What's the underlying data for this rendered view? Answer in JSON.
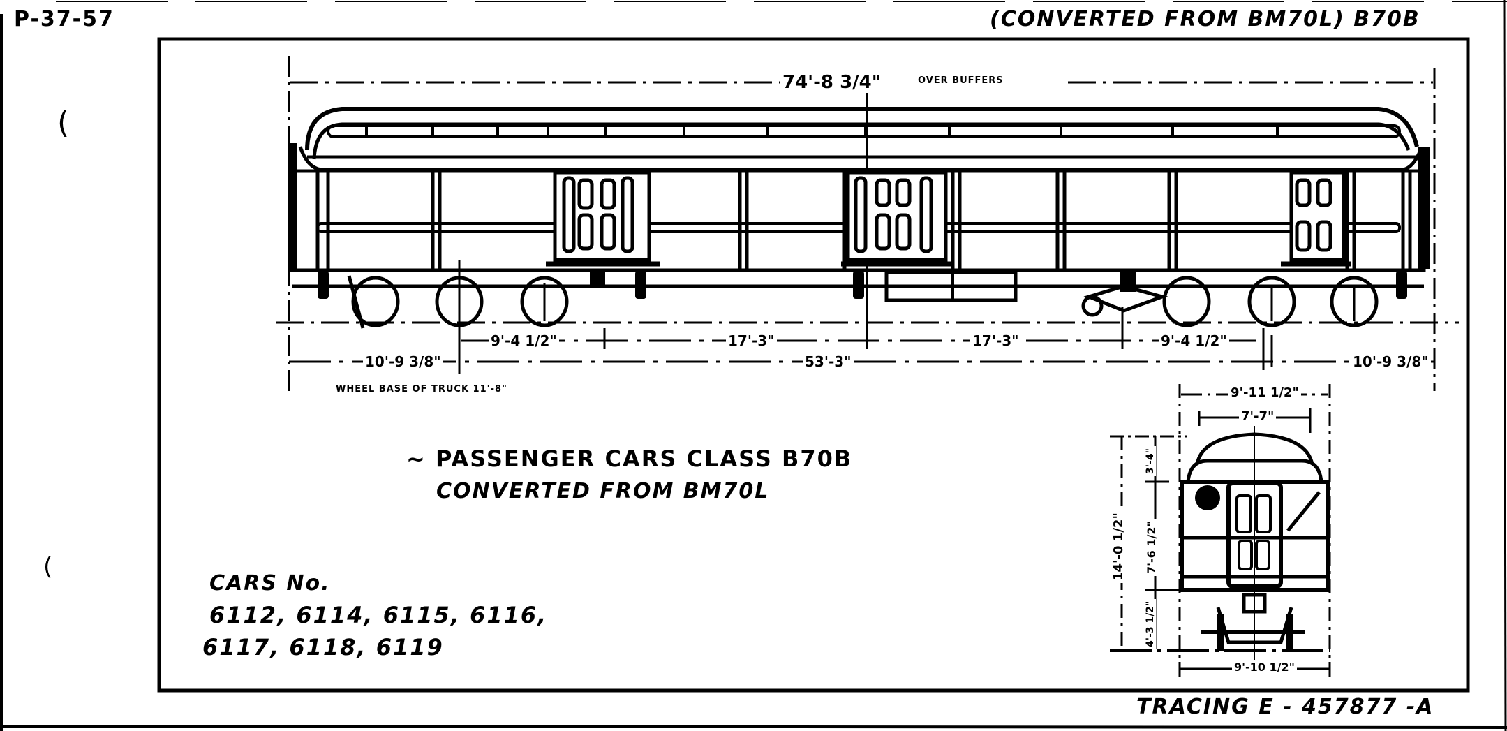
{
  "sheet": {
    "file_ref": "P-37-57",
    "header_title": "(CONVERTED FROM BM70L) B70B",
    "tracing_ref": "TRACING E - 457877 -A",
    "margin_marks": [
      "(",
      "("
    ]
  },
  "title_block": {
    "line1": "~ PASSENGER CARS CLASS B70B",
    "line2": "CONVERTED FROM BM70L"
  },
  "car_numbers": {
    "heading": "CARS No.",
    "line1": "6112, 6114, 6115, 6116,",
    "line2": "6117, 6118, 6119",
    "list": [
      "6112",
      "6114",
      "6115",
      "6116",
      "6117",
      "6118",
      "6119"
    ]
  },
  "side_elevation": {
    "overall_length": "74'-8 3/4\"",
    "overall_length_note": "OVER BUFFERS",
    "truck_center_spacing": "53'-3\"",
    "end_overhang_left": "10'-9 3/8\"",
    "end_overhang_right": "10'-9 3/8\"",
    "segment_left_truck_to_door": "9'-4 1/2\"",
    "segment_left_center": "17'-3\"",
    "segment_right_center": "17'-3\"",
    "segment_right_door_to_truck": "9'-4 1/2\"",
    "wheel_base_note": "WHEEL BASE OF TRUCK 11'-8\""
  },
  "end_elevation": {
    "overall_width": "9'-11 1/2\"",
    "roof_width": "7'-7\"",
    "overall_height": "14'-0 1/2\"",
    "body_height": "7'-6 1/2\"",
    "roof_height": "3'-4\"",
    "underframe_height": "4'-3 1/2\"",
    "track_width": "9'-10 1/2\""
  }
}
